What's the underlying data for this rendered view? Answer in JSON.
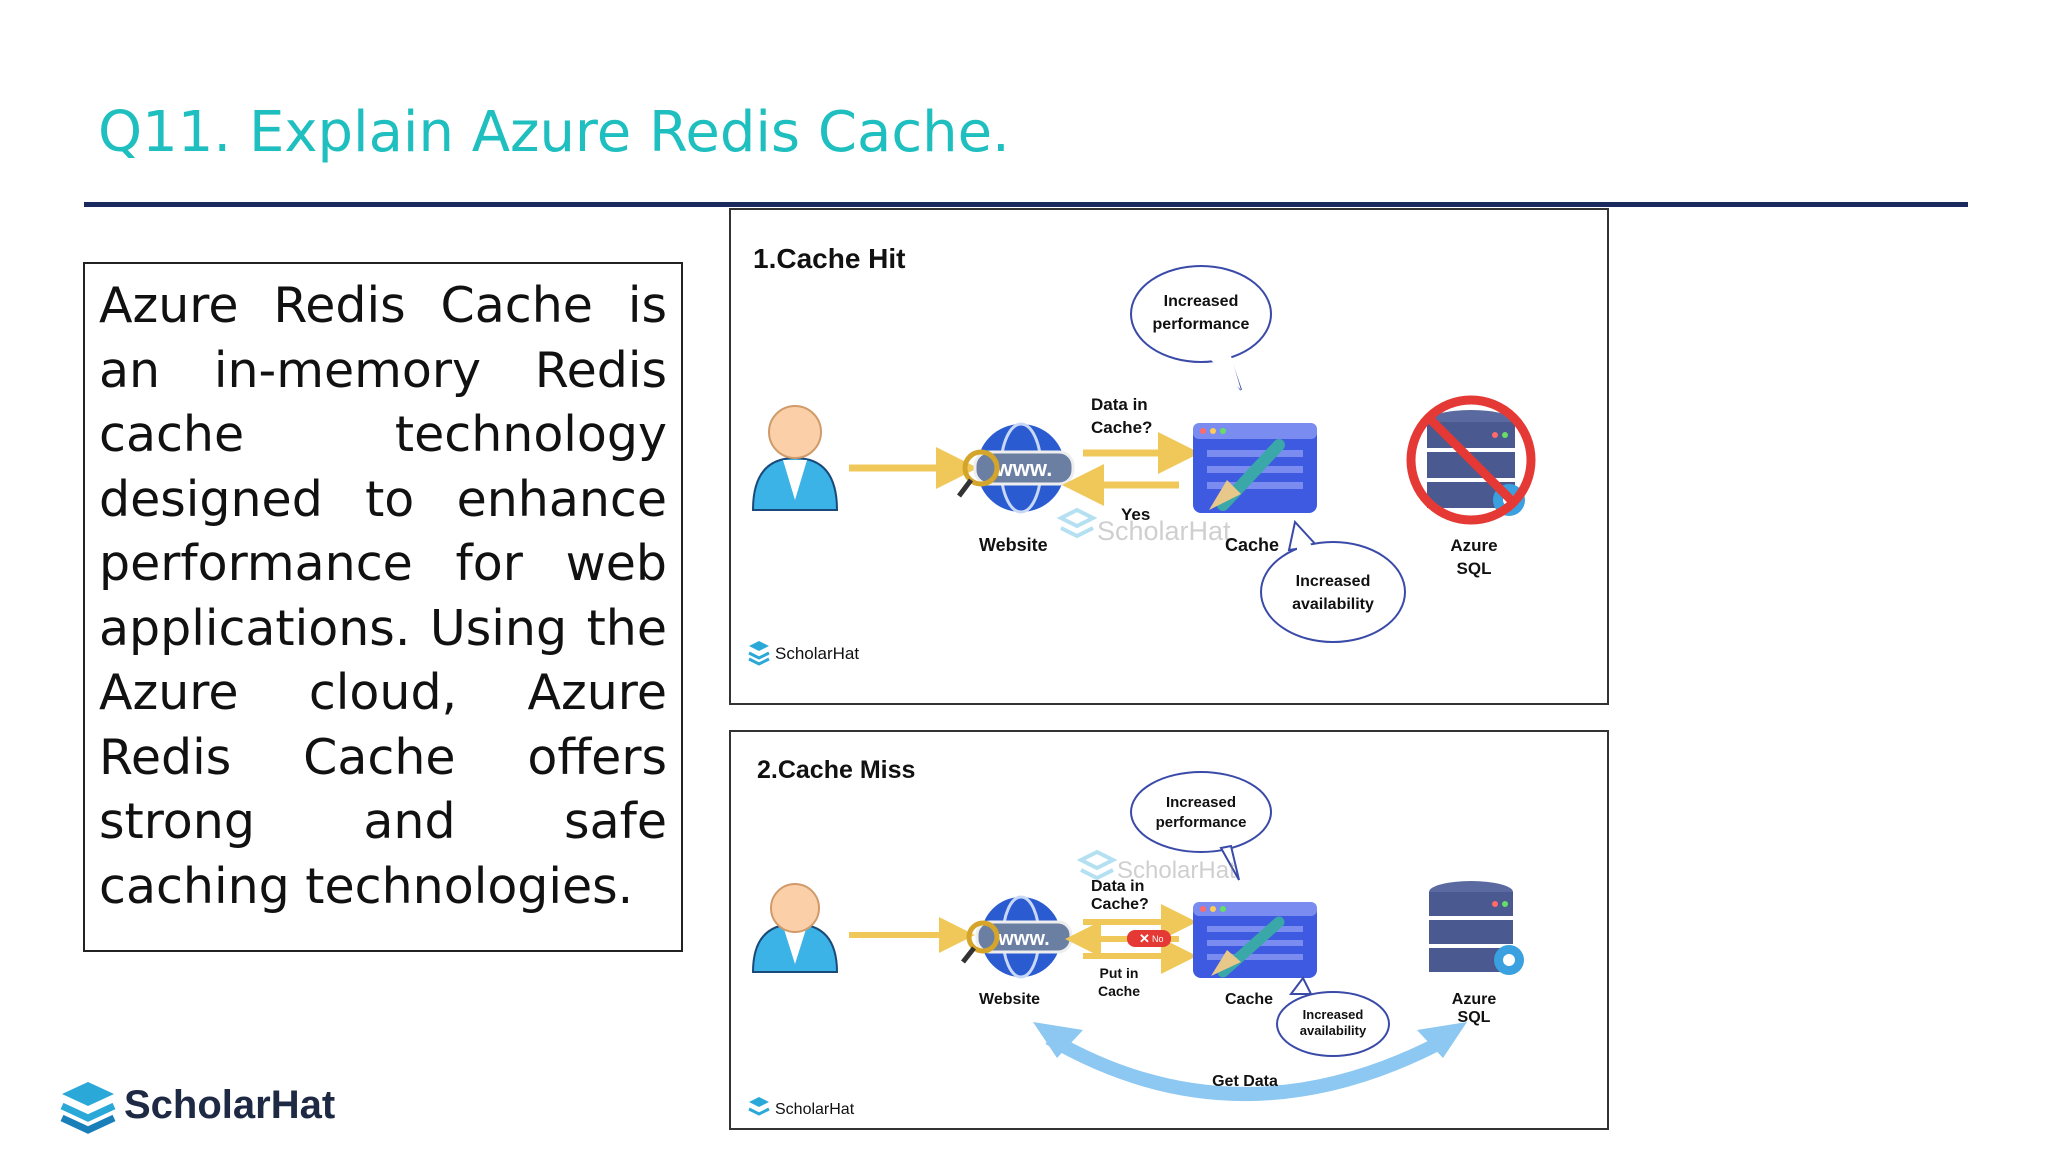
{
  "slide": {
    "title": "Q11. Explain Azure Redis Cache.",
    "body": "Azure Redis Cache is an in-memory Redis cache technology designed to enhance performance for web applications. Using the Azure cloud, Azure Redis Cache offers strong and safe caching technologies.",
    "brand": "ScholarHat"
  },
  "colors": {
    "title": "#1fbfc0",
    "rule": "#1a2a5e",
    "arrow_yellow": "#f0c85a",
    "arrow_blue": "#8cc8f2",
    "no_sign": "#e53935"
  },
  "hit": {
    "heading": "1.Cache Hit",
    "bubble_top": [
      "Increased",
      "performance"
    ],
    "bubble_bottom": [
      "Increased",
      "availability"
    ],
    "question": [
      "Data in",
      "Cache?"
    ],
    "yes": "Yes",
    "website": "Website",
    "cache": "Cache",
    "db": [
      "Azure",
      "SQL"
    ],
    "watermark": "ScholarHat",
    "logo": "ScholarHat",
    "www": "www."
  },
  "miss": {
    "heading": "2.Cache Miss",
    "bubble_top": [
      "Increased",
      "performance"
    ],
    "bubble_bottom": [
      "Increased",
      "availability"
    ],
    "question": [
      "Data in",
      "Cache?"
    ],
    "no": "No",
    "put": [
      "Put in",
      "Cache"
    ],
    "website": "Website",
    "cache": "Cache",
    "db": [
      "Azure",
      "SQL"
    ],
    "get_data": "Get Data",
    "watermark": "ScholarHat",
    "logo": "ScholarHat",
    "www": "www."
  }
}
